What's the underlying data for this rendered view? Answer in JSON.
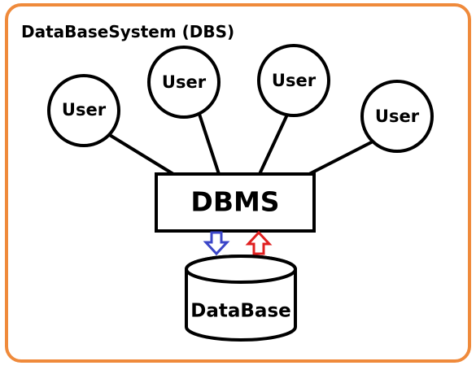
{
  "title": "DataBaseSystem (DBS)",
  "users": [
    {
      "label": "User"
    },
    {
      "label": "User"
    },
    {
      "label": "User"
    },
    {
      "label": "User"
    }
  ],
  "dbms": {
    "label": "DBMS"
  },
  "database": {
    "label": "DataBase"
  },
  "colors": {
    "frame": "#ef8a3b",
    "arrow_down": "#3b46c8",
    "arrow_up": "#e02020"
  }
}
